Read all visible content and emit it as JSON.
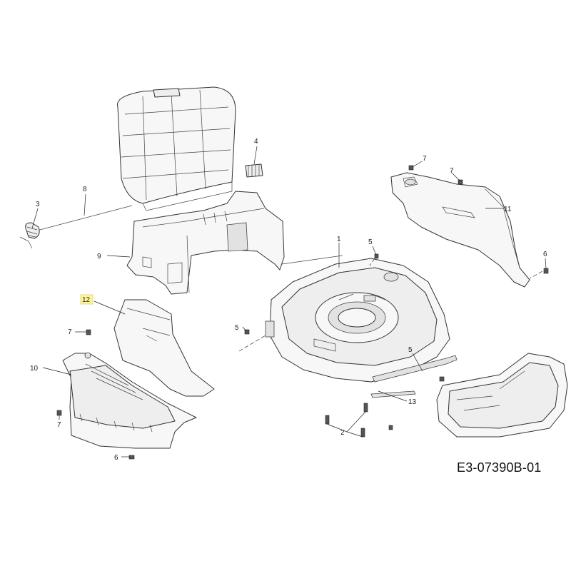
{
  "diagram_code": "E3-07390B-01",
  "highlight_color": "#fff59a",
  "callouts": [
    {
      "id": "c1",
      "label": "1"
    },
    {
      "id": "c2",
      "label": "2"
    },
    {
      "id": "c3",
      "label": "3"
    },
    {
      "id": "c4",
      "label": "4"
    },
    {
      "id": "c5a",
      "label": "5"
    },
    {
      "id": "c5b",
      "label": "5"
    },
    {
      "id": "c5c",
      "label": "5"
    },
    {
      "id": "c6a",
      "label": "6"
    },
    {
      "id": "c6b",
      "label": "6"
    },
    {
      "id": "c7a",
      "label": "7"
    },
    {
      "id": "c7b",
      "label": "7"
    },
    {
      "id": "c7c",
      "label": "7"
    },
    {
      "id": "c7d",
      "label": "7"
    },
    {
      "id": "c8",
      "label": "8"
    },
    {
      "id": "c9",
      "label": "9"
    },
    {
      "id": "c10",
      "label": "10"
    },
    {
      "id": "c11",
      "label": "11"
    },
    {
      "id": "c12",
      "label": "12",
      "highlighted": true
    },
    {
      "id": "c13",
      "label": "13"
    }
  ]
}
